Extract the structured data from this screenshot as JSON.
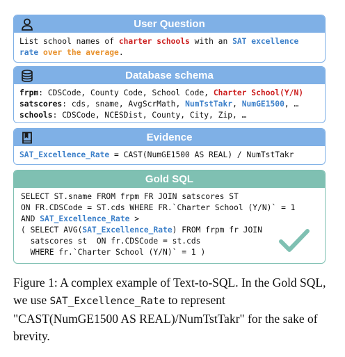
{
  "question": {
    "title": "User Question",
    "text_1": "List school names of ",
    "hl_charter": "charter schools",
    "text_2": " with an ",
    "hl_sat": "SAT excellence",
    "hl_rate": "rate",
    "text_3": " ",
    "hl_over": "over the average",
    "text_4": "."
  },
  "schema": {
    "title": "Database schema",
    "frpm_name": "frpm",
    "frpm_cols": ": CDSCode, County Code, School Code, ",
    "frpm_hl": "Charter School(Y/N)",
    "sat_name": "satscores",
    "sat_cols": ": cds, sname, AvgScrMath, ",
    "sat_hl_1": "NumTstTakr",
    "sat_sep": ", ",
    "sat_hl_2": "NumGE1500",
    "sat_tail": ", …",
    "schools_name": "schools",
    "schools_cols": ": CDSCode, NCESDist, County, City, Zip, …"
  },
  "evidence": {
    "title": "Evidence",
    "lhs": "SAT_Excellence_Rate",
    "rhs": " = CAST(NumGE1500 AS REAL) / NumTstTakr"
  },
  "sql": {
    "title": "Gold SQL",
    "line1": "SELECT ST.sname FROM frpm FR JOIN satscores ST",
    "line2": "ON FR.CDSCode = ST.cds WHERE FR.`Charter School (Y/N)` = 1",
    "line3_a": "AND ",
    "line3_hl": "SAT_Excellence_Rate",
    "line3_b": " >",
    "line4_a": "( SELECT AVG(",
    "line4_hl": "SAT_Excellence_Rate",
    "line4_b": ") FROM frpm fr JOIN",
    "line5": "  satscores st  ON fr.CDSCode = st.cds",
    "line6": "  WHERE fr.`Charter School (Y/N)` = 1 )"
  },
  "caption": {
    "part1": "Figure 1: A complex example of Text-to-SQL. In the Gold SQL, we use ",
    "mono": "SAT_Excellence_Rate",
    "part2": " to represent \"CAST(NumGE1500 AS REAL)/NumTstTakr\" for the sake of brevity."
  },
  "colors": {
    "header_blue": "#7fb0e6",
    "header_teal": "#7fc0b2",
    "highlight_red": "#cc1f1f",
    "highlight_blue": "#3b7fc9",
    "highlight_orange": "#e8912c"
  },
  "icons": [
    "user-icon",
    "database-icon",
    "book-icon",
    "checkmark-icon"
  ]
}
